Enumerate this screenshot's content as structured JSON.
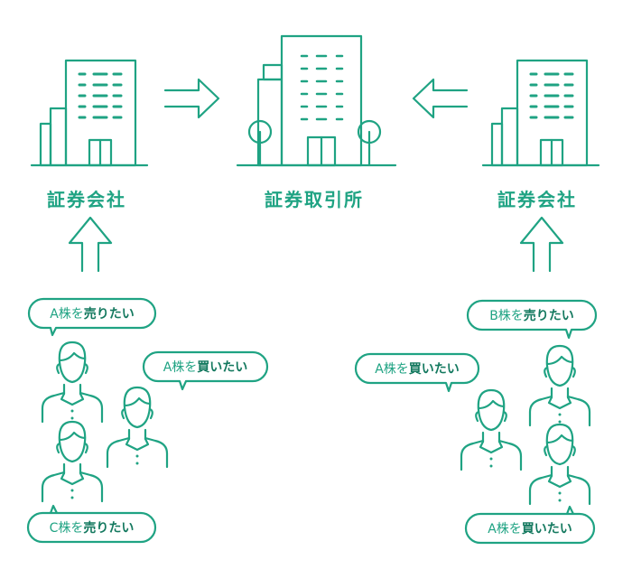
{
  "colors": {
    "accent": "#1fa383",
    "dark_accent": "#14795f",
    "background": "#ffffff"
  },
  "labels": {
    "left_company": "証券会社",
    "exchange": "証券取引所",
    "right_company": "証券会社"
  },
  "bubbles": {
    "b1": {
      "prefix": "A株を",
      "action": "売りたい"
    },
    "b2": {
      "prefix": "A株を",
      "action": "買いたい"
    },
    "b3": {
      "prefix": "C株を",
      "action": "売りたい"
    },
    "b4": {
      "prefix": "B株を",
      "action": "売りたい"
    },
    "b5": {
      "prefix": "A株を",
      "action": "買いたい"
    },
    "b6": {
      "prefix": "A株を",
      "action": "買いたい"
    }
  }
}
